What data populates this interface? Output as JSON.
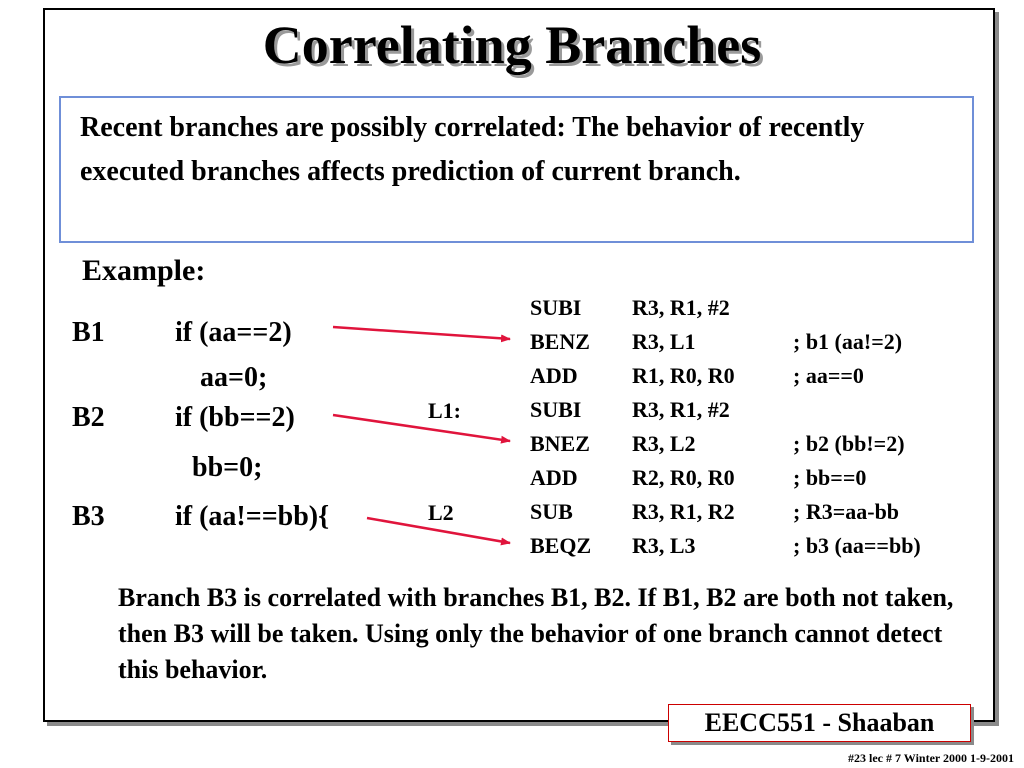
{
  "slide": {
    "title": "Correlating Branches",
    "definition": "Recent branches are possibly correlated:  The behavior of recently executed branches affects prediction of current branch.",
    "example_label": "Example:",
    "source": [
      {
        "label": "B1",
        "code": "if (aa==2)"
      },
      {
        "code": "aa=0;"
      },
      {
        "label": "B2",
        "code": "if (bb==2)"
      },
      {
        "code": "bb=0;"
      },
      {
        "label": "B3",
        "code": "if (aa!==bb){"
      }
    ],
    "asm_labels": [
      "L1:",
      "L2"
    ],
    "assembly": [
      {
        "op": "SUBI",
        "args": "R3, R1, #2",
        "comment": ""
      },
      {
        "op": "BENZ",
        "args": "R3, L1",
        "comment": ";  b1   (aa!=2)"
      },
      {
        "op": "ADD",
        "args": "R1, R0, R0",
        "comment": ";  aa==0"
      },
      {
        "op": "SUBI",
        "args": "R3, R1, #2",
        "comment": ""
      },
      {
        "op": "BNEZ",
        "args": "R3, L2",
        "comment": "; b2  (bb!=2)"
      },
      {
        "op": "ADD",
        "args": "R2, R0, R0",
        "comment": "; bb==0"
      },
      {
        "op": "SUB",
        "args": "R3, R1, R2",
        "comment": "; R3=aa-bb"
      },
      {
        "op": "BEQZ",
        "args": "R3, L3",
        "comment": "; b3   (aa==bb)"
      }
    ],
    "summary": "Branch B3 is correlated with branches B1, B2.  If B1, B2 are both not taken, then B3 will be taken.  Using only the behavior of one branch cannot detect this behavior.",
    "badge": "EECC551 - Shaaban",
    "footer": "#23   lec # 7   Winter 2000   1-9-2001",
    "arrow_color": "#e0143c"
  }
}
